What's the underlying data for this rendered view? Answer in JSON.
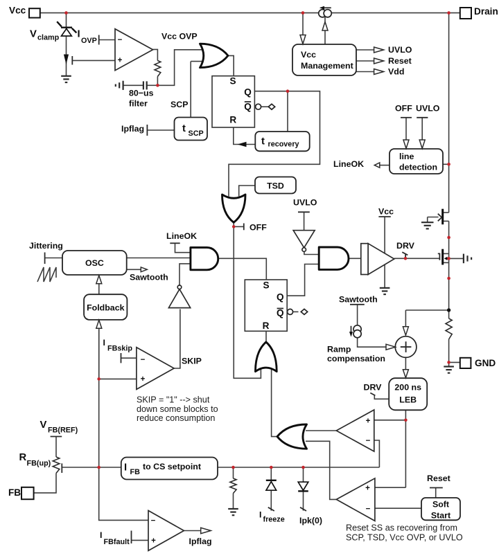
{
  "sym": {
    "plus": "+",
    "minus": "−"
  },
  "pins": {
    "vcc": "Vcc",
    "drain": "Drain",
    "gnd": "GND",
    "fb": "FB"
  },
  "mgmt": {
    "line1": "Vcc",
    "line2": "Management",
    "out1": "UVLO",
    "out2": "Reset",
    "out3": "Vdd"
  },
  "clamp": {
    "v": "V",
    "v_sub": "clamp",
    "i": "I",
    "i_sub": "OVP",
    "ovp": "Vcc OVP",
    "filt1": "80−us",
    "filt2": "filter"
  },
  "scp": {
    "label": "SCP",
    "t": "t",
    "t_sub": "SCP",
    "ipflag": "Ipflag"
  },
  "latch": {
    "s": "S",
    "q": "Q",
    "qb": "Q",
    "r": "R"
  },
  "trec": {
    "t": "t",
    "sub": "recovery"
  },
  "tsd": "TSD",
  "linedet": {
    "line1": "line",
    "line2": "detection",
    "lineok": "LineOK",
    "off": "OFF",
    "uvlo": "UVLO"
  },
  "pwm": {
    "lineok": "LineOK",
    "off": "OFF",
    "uvlo": "UVLO"
  },
  "osc": {
    "label": "OSC",
    "jittering": "Jittering",
    "sawtooth": "Sawtooth",
    "foldback": "Foldback"
  },
  "skip": {
    "i": "I",
    "sub": "FBskip",
    "label": "SKIP",
    "note1": "SKIP = \"1\" --> shut",
    "note2": "down some blocks to",
    "note3": "reduce consumption"
  },
  "drv": {
    "label": "DRV",
    "vcc": "Vcc"
  },
  "ramp": {
    "sawtooth": "Sawtooth",
    "line1": "Ramp",
    "line2": "compensation"
  },
  "leb": {
    "line1": "200 ns",
    "line2": "LEB",
    "drv": "DRV"
  },
  "fb": {
    "v": "V",
    "v_sub": "FB(REF)",
    "r": "R",
    "r_sub": "FB(up)",
    "ifb": "I",
    "ifb_sub": "FB",
    "ifb_rest": " to CS setpoint"
  },
  "cs": {
    "ifreeze_i": "I",
    "ifreeze_sub": "freeze",
    "ipk0": "Ipk(0)"
  },
  "fault": {
    "i": "I",
    "sub": "FBfault",
    "ipflag": "Ipflag"
  },
  "ss": {
    "reset": "Reset",
    "line1": "Soft",
    "line2": "Start",
    "note1": "Reset SS as recovering from",
    "note2": "SCP, TSD, Vcc OVP, or UVLO"
  },
  "colors": {
    "wire": "#3d3d3d",
    "ink": "#111111",
    "junction": "#c4242b",
    "bg": "#ffffff"
  }
}
